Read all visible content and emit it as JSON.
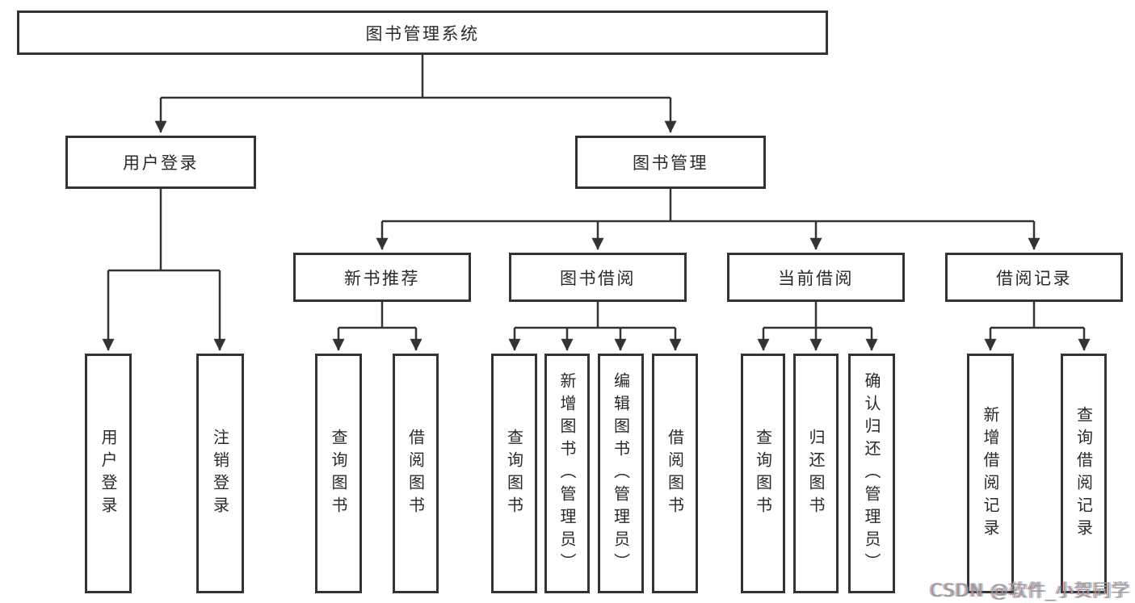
{
  "diagram": {
    "tree": {
      "label": "图书管理系统",
      "children": [
        {
          "label": "用户登录",
          "children": [
            {
              "label": "用户登录"
            },
            {
              "label": "注销登录"
            }
          ]
        },
        {
          "label": "图书管理",
          "children": [
            {
              "label": "新书推荐",
              "children": [
                {
                  "label": "查询图书"
                },
                {
                  "label": "借阅图书"
                }
              ]
            },
            {
              "label": "图书借阅",
              "children": [
                {
                  "label": "查询图书"
                },
                {
                  "label": "新增图书（管理员）"
                },
                {
                  "label": "编辑图书（管理员）"
                },
                {
                  "label": "借阅图书"
                }
              ]
            },
            {
              "label": "当前借阅",
              "children": [
                {
                  "label": "查询图书"
                },
                {
                  "label": "归还图书"
                },
                {
                  "label": "确认归还（管理员）"
                }
              ]
            },
            {
              "label": "借阅记录",
              "children": [
                {
                  "label": "新增借阅记录"
                },
                {
                  "label": "查询借阅记录"
                }
              ]
            }
          ]
        }
      ]
    },
    "colors": {
      "line": "#333333",
      "box_border": "#333333",
      "text": "#2a2a2a",
      "watermark": "#9b9b9b"
    }
  },
  "watermark": {
    "text": "CSDN @软件_小贺同学"
  }
}
